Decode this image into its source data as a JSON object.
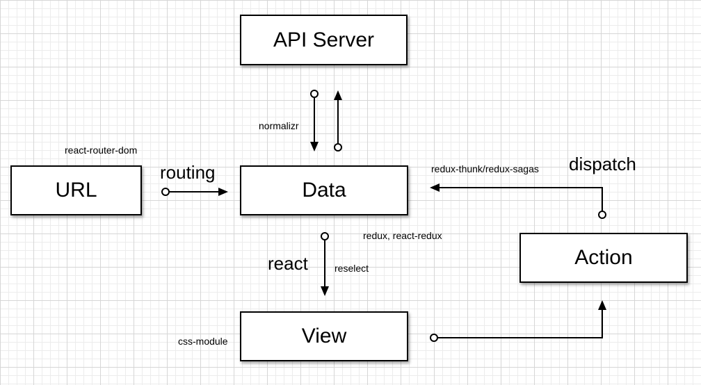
{
  "nodes": {
    "api_server": "API Server",
    "url": "URL",
    "data": "Data",
    "action": "Action",
    "view": "View"
  },
  "labels": {
    "normalizr": "normalizr",
    "react_router_dom": "react-router-dom",
    "routing": "routing",
    "redux_thunk_sagas": "redux-thunk/redux-sagas",
    "dispatch": "dispatch",
    "redux_react_redux": "redux, react-redux",
    "react": "react",
    "reselect": "reselect",
    "css_module": "css-module"
  }
}
